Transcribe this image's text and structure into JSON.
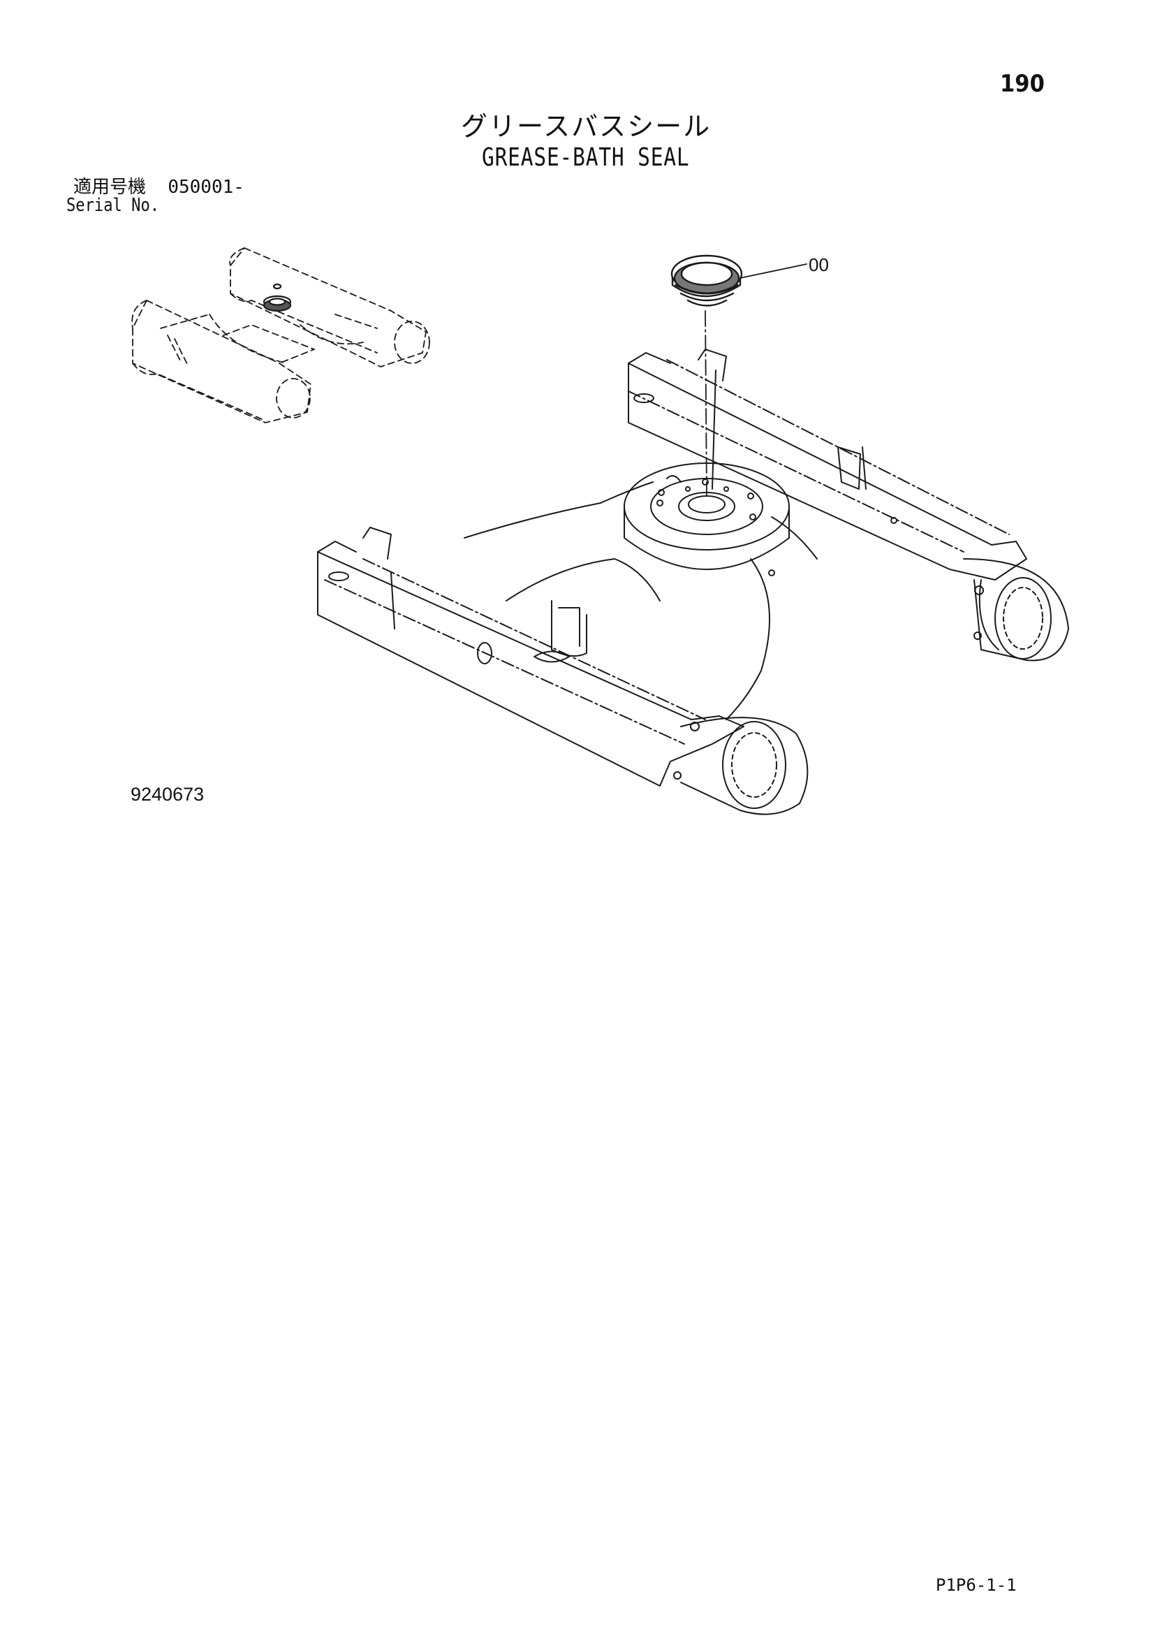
{
  "header": {
    "page_number": "190",
    "title_jp": "グリースバスシール",
    "title_en": "GREASE-BATH SEAL"
  },
  "serial": {
    "label_jp": "適用号機",
    "range": "050001-",
    "label_en": "Serial No."
  },
  "diagram": {
    "callouts": [
      {
        "label": "00"
      }
    ]
  },
  "footer": {
    "figure_number": "9240673",
    "page_code": "P1P6-1-1"
  }
}
